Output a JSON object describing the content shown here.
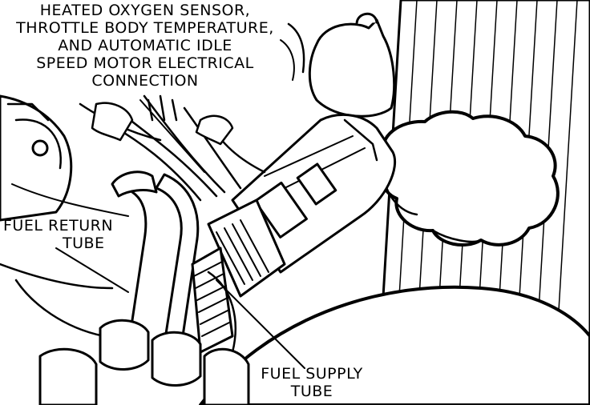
{
  "labels": {
    "oxygen_sensor": [
      "HEATED OXYGEN SENSOR,",
      "THROTTLE BODY TEMPERATURE,",
      "AND AUTOMATIC IDLE",
      "SPEED MOTOR ELECTRICAL",
      "CONNECTION"
    ],
    "fuel_return": [
      "FUEL RETURN",
      "TUBE"
    ],
    "fuel_supply": [
      "FUEL SUPPLY",
      "TUBE"
    ]
  },
  "colors": {
    "ink": "#000000",
    "paper": "#ffffff"
  }
}
